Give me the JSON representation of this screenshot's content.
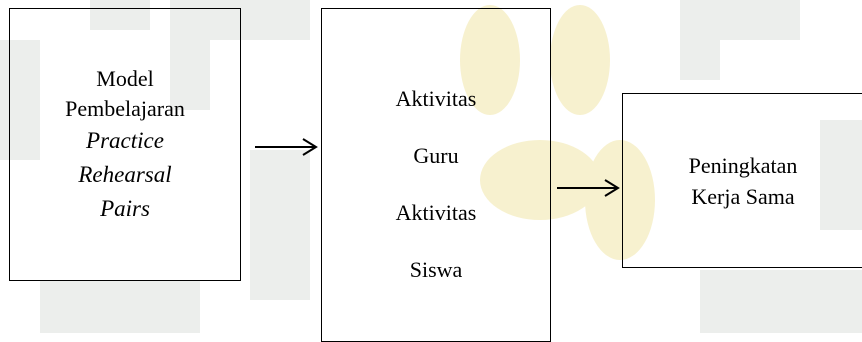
{
  "diagram": {
    "box1": {
      "lines": [
        "Model",
        "Pembelajaran"
      ],
      "italic_lines": [
        "Practice",
        "Rehearsal",
        "Pairs"
      ]
    },
    "box2": {
      "lines": [
        "Aktivitas",
        "Guru",
        "Aktivitas",
        "Siswa"
      ]
    },
    "box3": {
      "lines": [
        "Peningkatan",
        "Kerja Sama"
      ]
    },
    "arrows": [
      {
        "from": "box1",
        "to": "box2"
      },
      {
        "from": "box2",
        "to": "box3"
      }
    ]
  },
  "watermark": {
    "color": "#e9ece9",
    "accent_color": "#f6efc8",
    "description": "faint university logo watermark"
  }
}
